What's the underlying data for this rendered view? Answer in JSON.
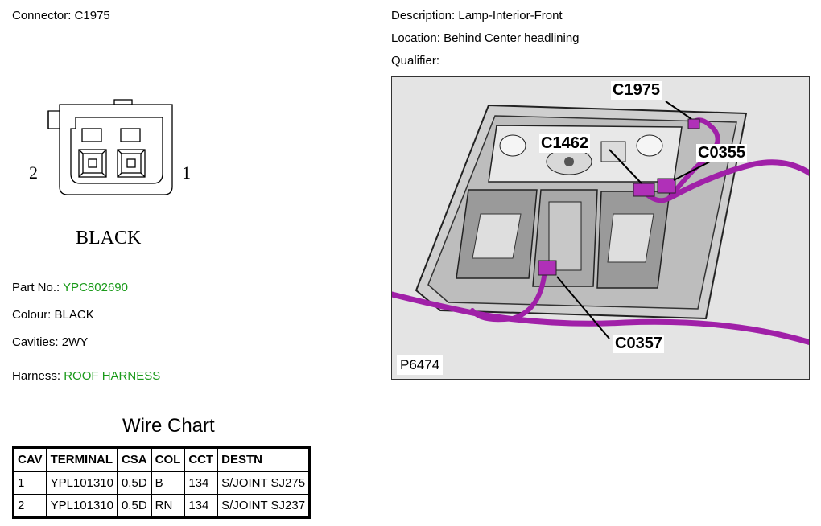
{
  "connector": {
    "label": "Connector:",
    "value": "C1975"
  },
  "description": {
    "label": "Description:",
    "value": "Lamp-Interior-Front"
  },
  "location": {
    "label": "Location:",
    "value": "Behind Center headlining"
  },
  "qualifier": {
    "label": "Qualifier:"
  },
  "drawing": {
    "pin_left": "2",
    "pin_right": "1",
    "color_text": "BLACK"
  },
  "part_no": {
    "label": "Part No.:",
    "value": "YPC802690"
  },
  "colour": {
    "label": "Colour:",
    "value": "BLACK"
  },
  "cavities": {
    "label": "Cavities:",
    "value": "2WY"
  },
  "harness": {
    "label": "Harness:",
    "value": "ROOF HARNESS"
  },
  "photo": {
    "callouts": [
      "C1975",
      "C1462",
      "C0355",
      "C0357"
    ],
    "ref": "P6474"
  },
  "wire_chart": {
    "title": "Wire Chart",
    "headers": [
      "CAV",
      "TERMINAL",
      "CSA",
      "COL",
      "CCT",
      "DESTN"
    ],
    "rows": [
      [
        "1",
        "YPL101310",
        "0.5D",
        "B",
        "134",
        "S/JOINT SJ275"
      ],
      [
        "2",
        "YPL101310",
        "0.5D",
        "RN",
        "134",
        "S/JOINT SJ237"
      ]
    ]
  },
  "colors": {
    "link_green": "#1a9a1a",
    "wire_purple": "#a020a8"
  }
}
